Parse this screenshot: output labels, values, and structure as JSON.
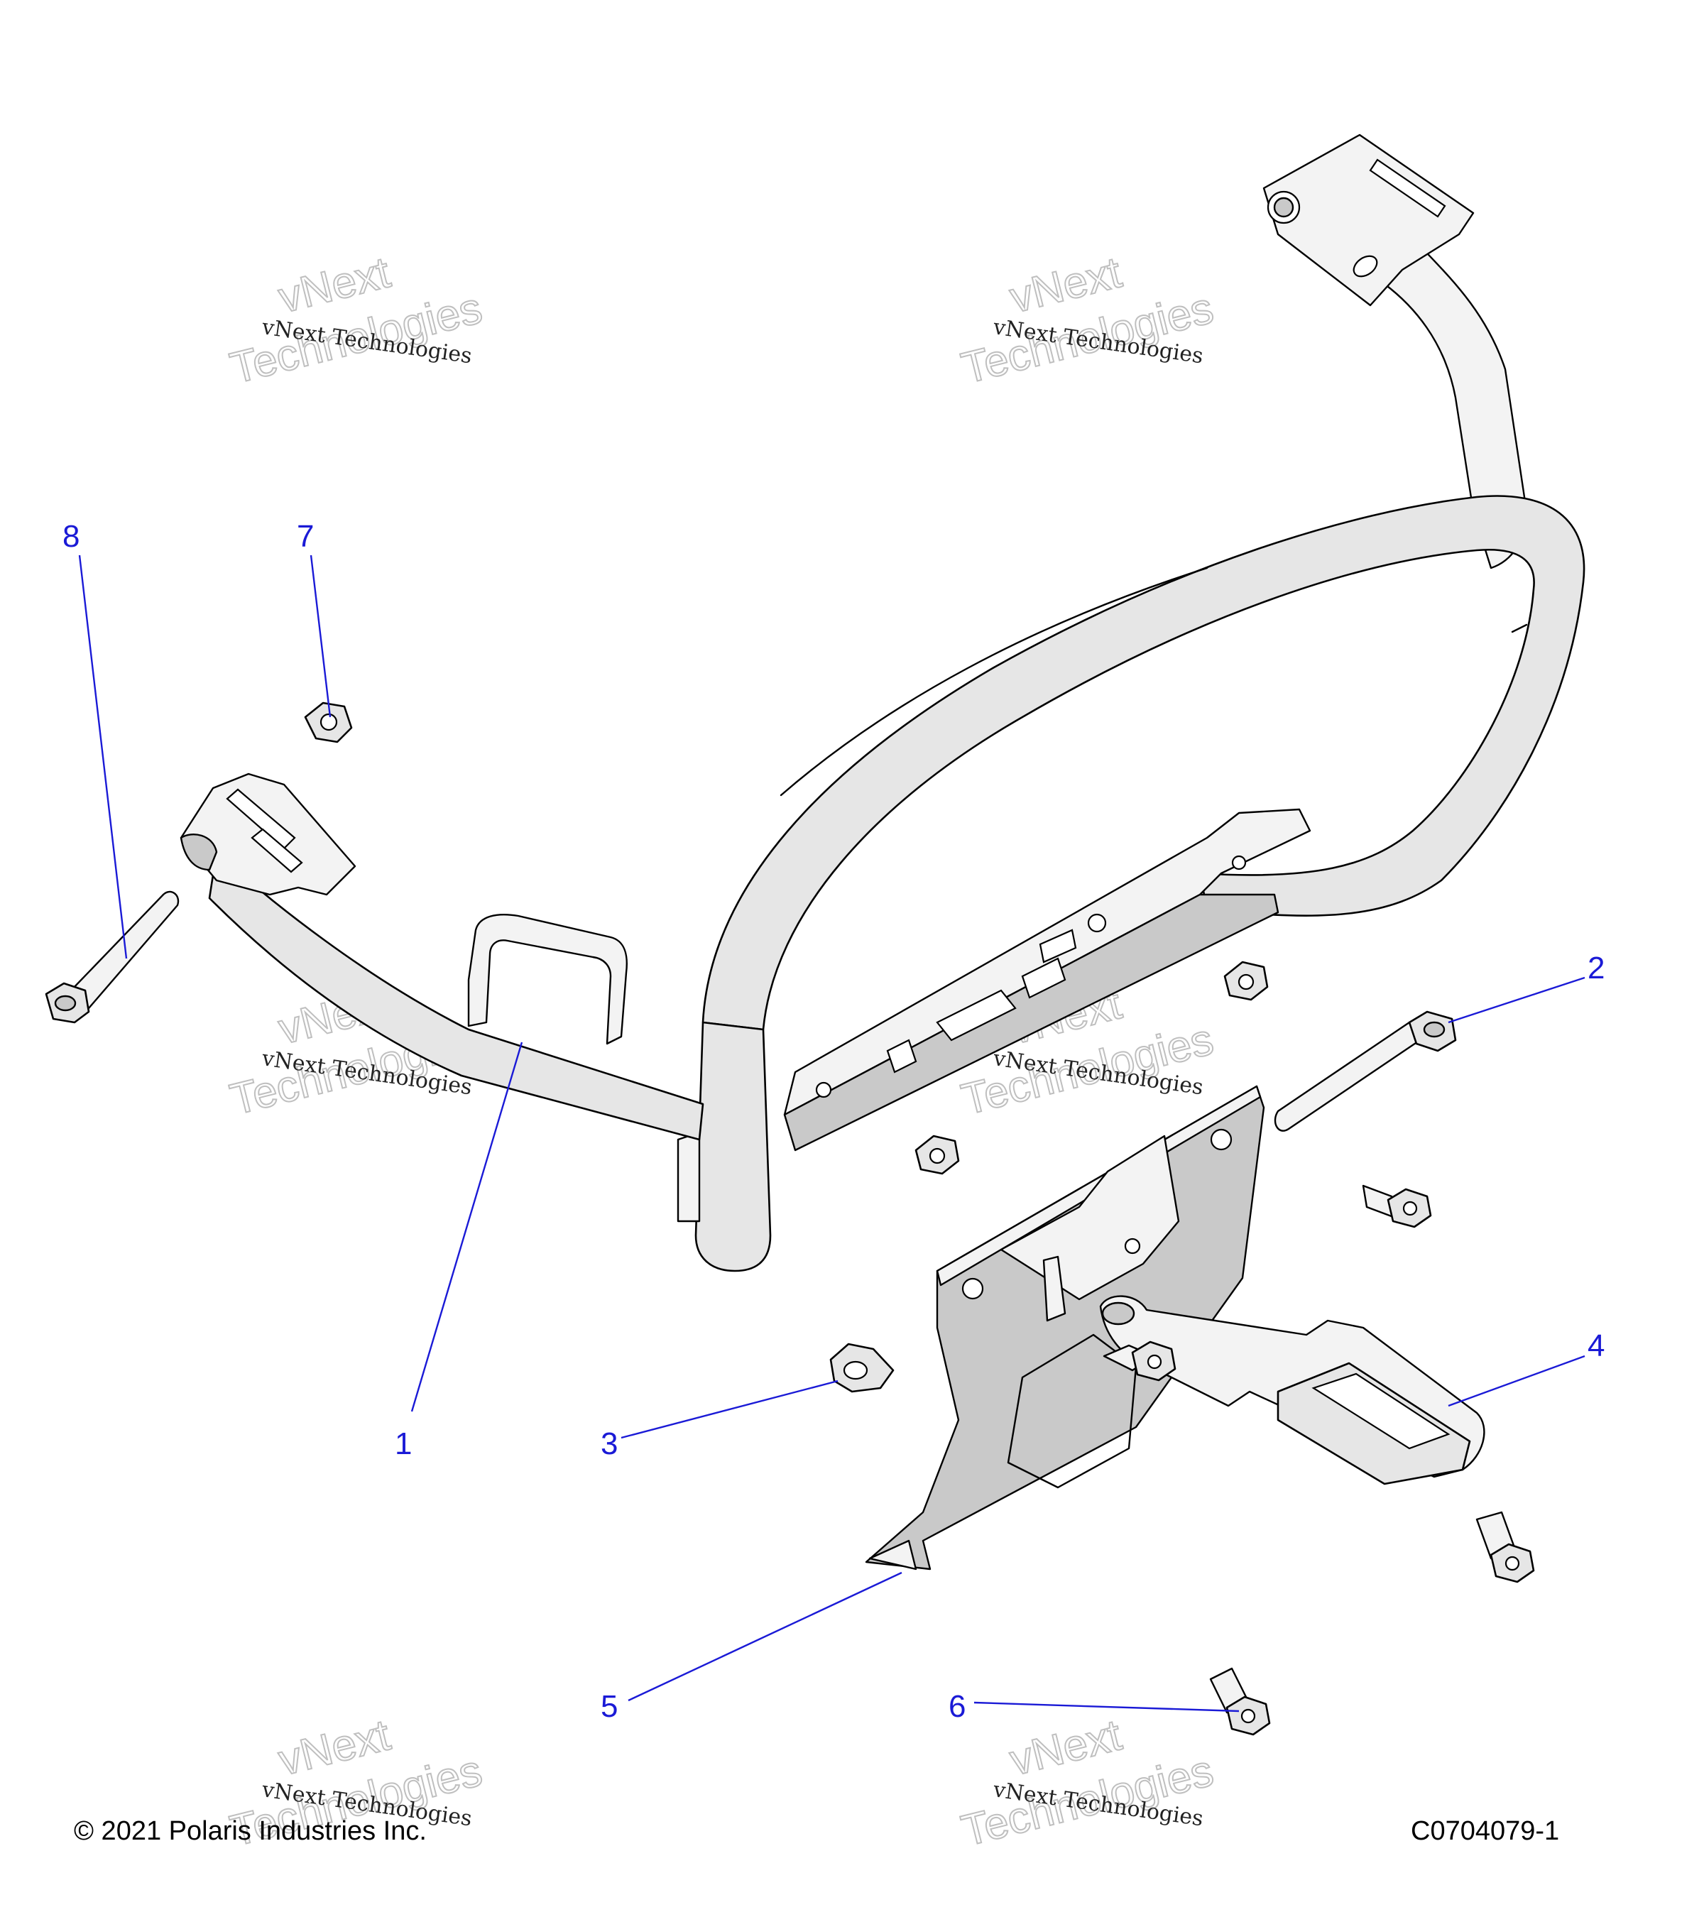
{
  "callouts": [
    {
      "id": "1",
      "label": "1"
    },
    {
      "id": "2",
      "label": "2"
    },
    {
      "id": "3",
      "label": "3"
    },
    {
      "id": "4",
      "label": "4"
    },
    {
      "id": "5",
      "label": "5"
    },
    {
      "id": "6",
      "label": "6"
    },
    {
      "id": "7",
      "label": "7"
    },
    {
      "id": "8",
      "label": "8"
    }
  ],
  "watermarks": [
    {
      "small": "vNext Technologies",
      "big_line1": "vNext",
      "big_line2": "Technologies"
    },
    {
      "small": "vNext Technologies",
      "big_line1": "vNext",
      "big_line2": "Technologies"
    },
    {
      "small": "vNext Technologies",
      "big_line1": "vNext",
      "big_line2": "Technologies"
    },
    {
      "small": "vNext Technologies",
      "big_line1": "vNext",
      "big_line2": "Technologies"
    },
    {
      "small": "vNext Technologies",
      "big_line1": "vNext",
      "big_line2": "Technologies"
    },
    {
      "small": "vNext Technologies",
      "big_line1": "vNext",
      "big_line2": "Technologies"
    }
  ],
  "footer": {
    "copyright": "© 2021 Polaris Industries Inc.",
    "drawing_number": "C0704079-1"
  },
  "colors": {
    "callout": "#1a1ad6",
    "linework": "#000000",
    "part_fill": "#e6e6e6"
  }
}
